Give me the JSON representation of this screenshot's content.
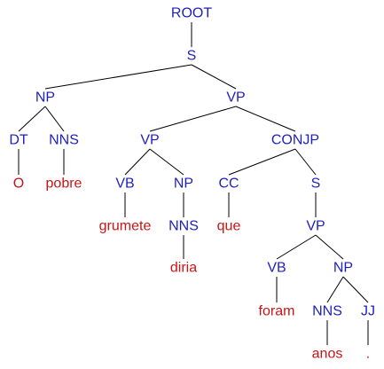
{
  "colors": {
    "nonterminal": "#1f1fbf",
    "word": "#c81414",
    "edge": "#000000",
    "background": "#ffffff"
  },
  "tree": {
    "nodes": [
      {
        "id": "root",
        "label": "ROOT",
        "kind": "nonterminal"
      },
      {
        "id": "s1",
        "label": "S",
        "kind": "nonterminal"
      },
      {
        "id": "np1",
        "label": "NP",
        "kind": "nonterminal"
      },
      {
        "id": "vp1",
        "label": "VP",
        "kind": "nonterminal"
      },
      {
        "id": "dt",
        "label": "DT",
        "kind": "nonterminal"
      },
      {
        "id": "nns1",
        "label": "NNS",
        "kind": "nonterminal"
      },
      {
        "id": "w_o",
        "label": "O",
        "kind": "word"
      },
      {
        "id": "w_pobre",
        "label": "pobre",
        "kind": "word"
      },
      {
        "id": "vp2",
        "label": "VP",
        "kind": "nonterminal"
      },
      {
        "id": "conjp",
        "label": "CONJP",
        "kind": "nonterminal"
      },
      {
        "id": "vb1",
        "label": "VB",
        "kind": "nonterminal"
      },
      {
        "id": "np2",
        "label": "NP",
        "kind": "nonterminal"
      },
      {
        "id": "w_grumete",
        "label": "grumete",
        "kind": "word"
      },
      {
        "id": "nns2",
        "label": "NNS",
        "kind": "nonterminal"
      },
      {
        "id": "w_diria",
        "label": "diria",
        "kind": "word"
      },
      {
        "id": "cc",
        "label": "CC",
        "kind": "nonterminal"
      },
      {
        "id": "s2",
        "label": "S",
        "kind": "nonterminal"
      },
      {
        "id": "w_que",
        "label": "que",
        "kind": "word"
      },
      {
        "id": "vp3",
        "label": "VP",
        "kind": "nonterminal"
      },
      {
        "id": "vb2",
        "label": "VB",
        "kind": "nonterminal"
      },
      {
        "id": "np3",
        "label": "NP",
        "kind": "nonterminal"
      },
      {
        "id": "w_foram",
        "label": "foram",
        "kind": "word"
      },
      {
        "id": "nns3",
        "label": "NNS",
        "kind": "nonterminal"
      },
      {
        "id": "jj",
        "label": "JJ",
        "kind": "nonterminal"
      },
      {
        "id": "w_anos",
        "label": "anos",
        "kind": "word"
      },
      {
        "id": "w_dot",
        "label": ".",
        "kind": "word"
      }
    ],
    "edges": [
      [
        "root",
        "s1"
      ],
      [
        "s1",
        "np1"
      ],
      [
        "s1",
        "vp1"
      ],
      [
        "np1",
        "dt"
      ],
      [
        "np1",
        "nns1"
      ],
      [
        "dt",
        "w_o"
      ],
      [
        "nns1",
        "w_pobre"
      ],
      [
        "vp1",
        "vp2"
      ],
      [
        "vp1",
        "conjp"
      ],
      [
        "vp2",
        "vb1"
      ],
      [
        "vp2",
        "np2"
      ],
      [
        "vb1",
        "w_grumete"
      ],
      [
        "np2",
        "nns2"
      ],
      [
        "nns2",
        "w_diria"
      ],
      [
        "conjp",
        "cc"
      ],
      [
        "conjp",
        "s2"
      ],
      [
        "cc",
        "w_que"
      ],
      [
        "s2",
        "vp3"
      ],
      [
        "vp3",
        "vb2"
      ],
      [
        "vp3",
        "np3"
      ],
      [
        "vb2",
        "w_foram"
      ],
      [
        "np3",
        "nns3"
      ],
      [
        "np3",
        "jj"
      ],
      [
        "nns3",
        "w_anos"
      ],
      [
        "jj",
        "w_dot"
      ]
    ]
  }
}
